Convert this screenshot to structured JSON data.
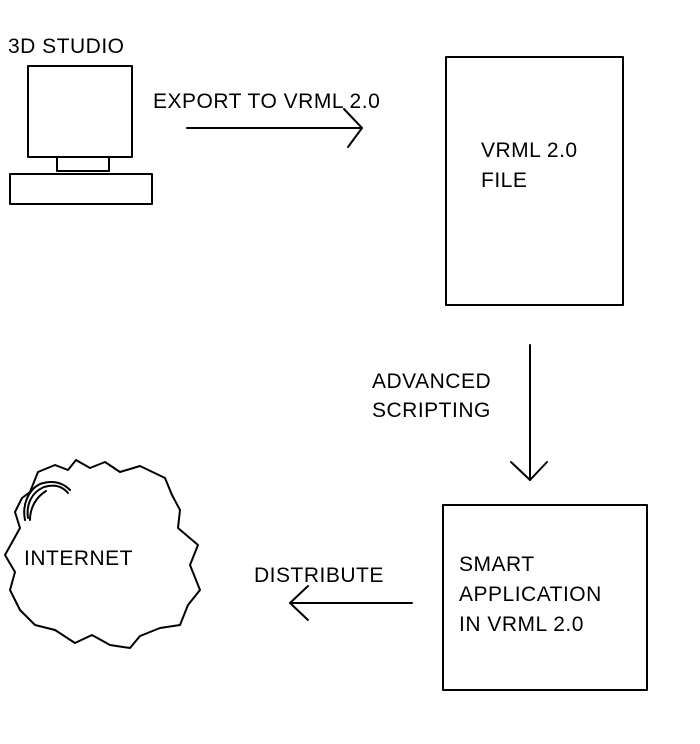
{
  "colors": {
    "line": "#000000",
    "background": "#ffffff"
  },
  "nodes": {
    "studio": {
      "label": "3D STUDIO",
      "icon": "computer-icon"
    },
    "vrml_file": {
      "line1": "VRML 2.0",
      "line2": "FILE"
    },
    "smart_app": {
      "line1": "SMART",
      "line2": "APPLICATION",
      "line3": "IN VRML 2.0"
    },
    "internet": {
      "label": "INTERNET",
      "icon": "cloud-icon"
    }
  },
  "edges": {
    "export": {
      "label": "EXPORT TO VRML 2.0"
    },
    "scripting": {
      "line1": "ADVANCED",
      "line2": "SCRIPTING"
    },
    "distribute": {
      "label": "DISTRIBUTE"
    }
  }
}
